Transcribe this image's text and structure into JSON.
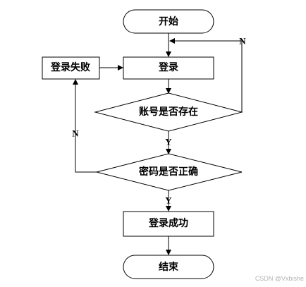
{
  "nodes": {
    "start": "开始",
    "login": "登录",
    "login_fail": "登录失败",
    "account_check": "账号是否存在",
    "password_check": "密码是否正确",
    "login_success": "登录成功",
    "end": "结束"
  },
  "edges": {
    "account_no": "N",
    "account_yes": "Y",
    "password_no": "N",
    "password_yes": "Y"
  },
  "watermark": "CSDN @Vxbishe"
}
